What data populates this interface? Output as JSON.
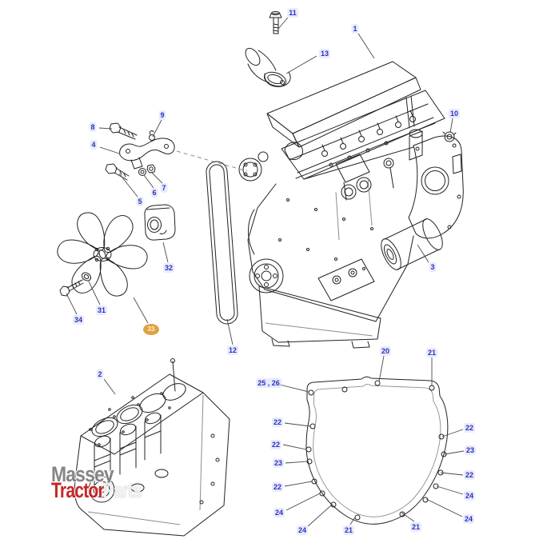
{
  "diagram": {
    "type": "exploded-parts-diagram",
    "subject": "Tractor engine parts diagram: engine assembly, fan, belt, brackets, short block and backplate gasket",
    "highlighted_part_number": "33"
  },
  "colors": {
    "callout_text": "#2b2fc4",
    "callout_pill_bg": "#d5dcf6",
    "highlight_fill": "#dfa23f",
    "highlight_text": "#fff3d8",
    "line_art": "#222222",
    "watermark_red": "#c21717",
    "watermark_gray": "#7c7c7c"
  },
  "watermark": {
    "line1": "Massey",
    "line2_red": "Tractor",
    "line2_light": "Parts"
  },
  "callouts": [
    {
      "label": "11"
    },
    {
      "label": "1"
    },
    {
      "label": "13"
    },
    {
      "label": "10"
    },
    {
      "label": "8"
    },
    {
      "label": "9"
    },
    {
      "label": "4"
    },
    {
      "label": "5"
    },
    {
      "label": "6"
    },
    {
      "label": "7"
    },
    {
      "label": "32"
    },
    {
      "label": "31"
    },
    {
      "label": "34"
    },
    {
      "label": "33",
      "highlighted": true
    },
    {
      "label": "12"
    },
    {
      "label": "3"
    },
    {
      "label": "2"
    },
    {
      "label": "20"
    },
    {
      "label": "21"
    },
    {
      "label": "25 , 26"
    },
    {
      "label": "22"
    },
    {
      "label": "22"
    },
    {
      "label": "23"
    },
    {
      "label": "22"
    },
    {
      "label": "24"
    },
    {
      "label": "24"
    },
    {
      "label": "21"
    },
    {
      "label": "21"
    },
    {
      "label": "24"
    },
    {
      "label": "24"
    },
    {
      "label": "22"
    },
    {
      "label": "23"
    },
    {
      "label": "22"
    }
  ]
}
